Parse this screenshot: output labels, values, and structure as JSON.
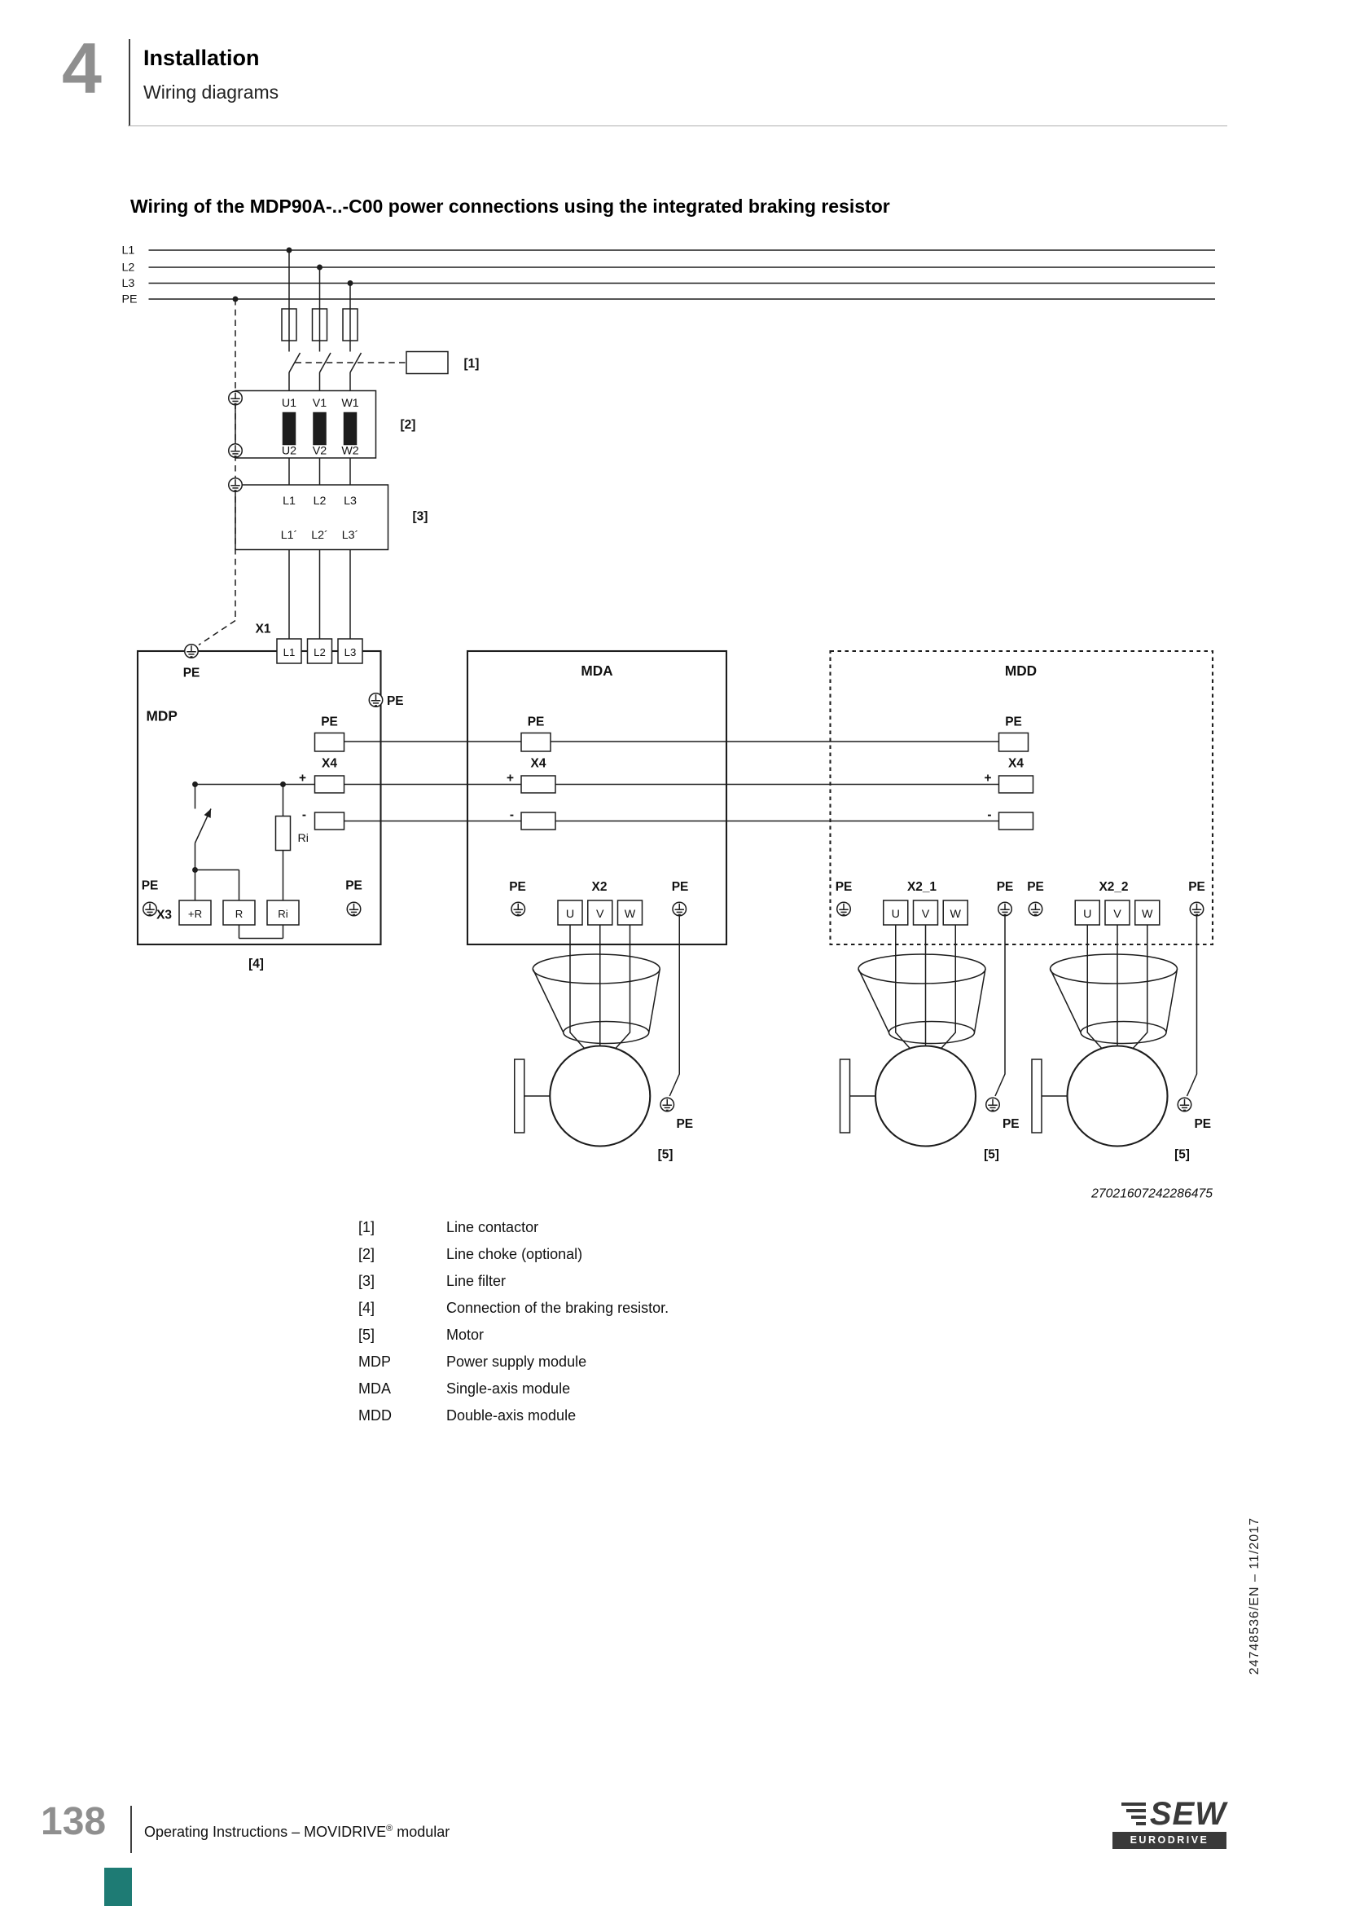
{
  "header": {
    "chapter_number": "4",
    "chapter_title": "Installation",
    "section_title": "Wiring diagrams"
  },
  "title": "Wiring of the MDP90A-..-C00 power connections using the integrated braking resistor",
  "diagram": {
    "figure_number": "27021607242286475",
    "power_rails": [
      "L1",
      "L2",
      "L3",
      "PE"
    ],
    "callouts": {
      "c1": "[1]",
      "c2": "[2]",
      "c3": "[3]",
      "c4": "[4]",
      "c5": "[5]"
    },
    "line_choke": {
      "top": [
        "U1",
        "V1",
        "W1"
      ],
      "bottom": [
        "U2",
        "V2",
        "W2"
      ]
    },
    "line_filter": {
      "top": [
        "L1",
        "L2",
        "L3"
      ],
      "bottom": [
        "L1´",
        "L2´",
        "L3´"
      ]
    },
    "modules": {
      "mdp": "MDP",
      "mda": "MDA",
      "mdd": "MDD"
    },
    "connectors": {
      "x1": "X1",
      "x2": "X2",
      "x2_1": "X2_1",
      "x2_2": "X2_2",
      "x3": "X3",
      "x4": "X4"
    },
    "x1_terminals": [
      "L1",
      "L2",
      "L3"
    ],
    "x3_terminals": [
      "+R",
      "R",
      "Ri"
    ],
    "motor_terminals": [
      "U",
      "V",
      "W"
    ],
    "labels": {
      "pe": "PE",
      "plus": "+",
      "minus": "-",
      "ri": "Ri"
    }
  },
  "legend": {
    "rows": [
      {
        "key": "[1]",
        "desc": "Line contactor"
      },
      {
        "key": "[2]",
        "desc": "Line choke (optional)"
      },
      {
        "key": "[3]",
        "desc": "Line filter"
      },
      {
        "key": "[4]",
        "desc": "Connection of the braking resistor."
      },
      {
        "key": "[5]",
        "desc": "Motor"
      },
      {
        "key": "MDP",
        "desc": "Power supply module"
      },
      {
        "key": "MDA",
        "desc": "Single-axis module"
      },
      {
        "key": "MDD",
        "desc": "Double-axis module"
      }
    ]
  },
  "sidebar_text": "24748536/EN – 11/2017",
  "footer": {
    "page_number": "138",
    "instructions_prefix": "Operating Instructions – MOVIDRIVE",
    "registered_mark": "®",
    "instructions_suffix": " modular",
    "logo": {
      "sew": "SEW",
      "eurodrive": "EURODRIVE"
    }
  },
  "colors": {
    "accent_teal": "#1e7b74",
    "chapter_number_gray": "#8f8f8f"
  }
}
